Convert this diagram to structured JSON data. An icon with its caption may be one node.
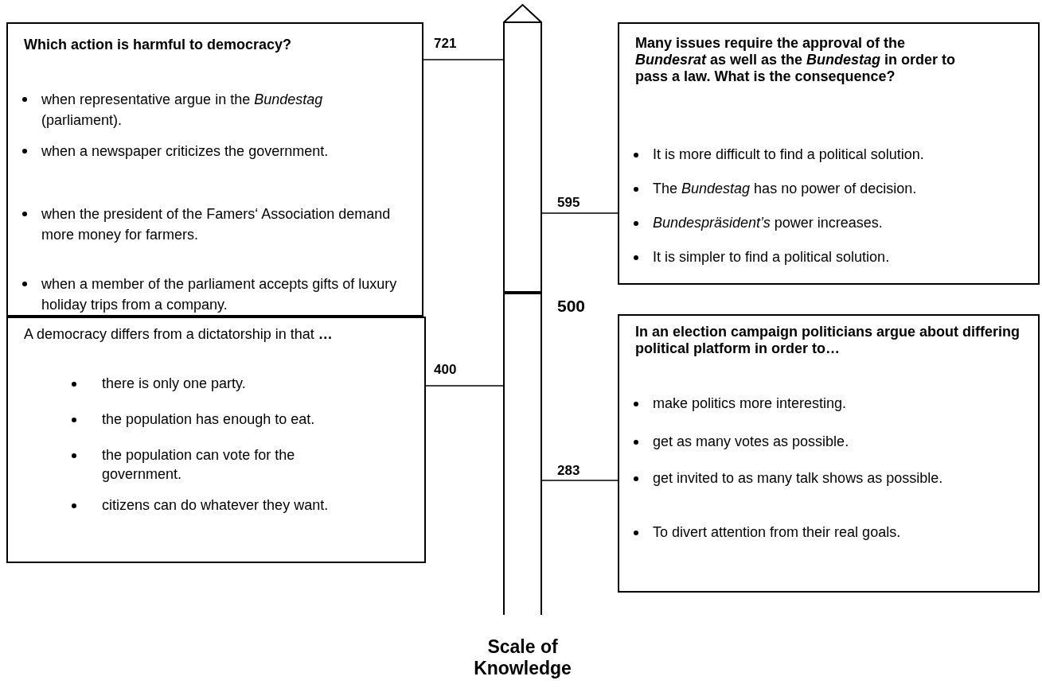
{
  "diagram": {
    "nodes": [
      {
        "text": [
          "Which action is harmful to democracy?",
          "when representative argue in the *Bundestag* (parliament).",
          "when a newspaper criticizes the government.",
          "when the president of the Famers‘ Association demand more money for farmers.",
          "when a member of the parliament accepts gifts of luxury holiday trips from a company."
        ]
      },
      {
        "text": [
          "Many issues require the approval of the *Bundesrat* as well as the *Bundestag* in order to pass a law. What is the consequence?",
          "It is more difficult to find a political solution.",
          "The *Bundestag* has no power of decision.",
          "*Bundespräsident’s* power increases.",
          "It is simpler to find a political solution."
        ]
      },
      {
        "text": [
          "A democracy differs from a dictatorship in that **…**",
          "there is only one party.",
          "the population has enough to eat.",
          "the population can vote for the government.",
          "citizens can do whatever they want."
        ]
      },
      {
        "text": [
          "In an election campaign politicians argue about differing political platform in order to…",
          "make politics more interesting.",
          "get as many votes as possible.",
          "get invited to as many talk shows as possible.",
          "To divert attention from their real goals."
        ]
      },
      {
        "text": [
          "Scale of Knowledge"
        ]
      }
    ],
    "edges": [
      {
        "from": 0,
        "to": 4,
        "arrow": "none",
        "label": "721"
      },
      {
        "from": 1,
        "to": 4,
        "arrow": "none",
        "label": "595"
      },
      {
        "from": 2,
        "to": 4,
        "arrow": "none",
        "label": "400"
      },
      {
        "from": 3,
        "to": 4,
        "arrow": "none",
        "label": "283"
      }
    ],
    "labels": [
      "500"
    ]
  }
}
